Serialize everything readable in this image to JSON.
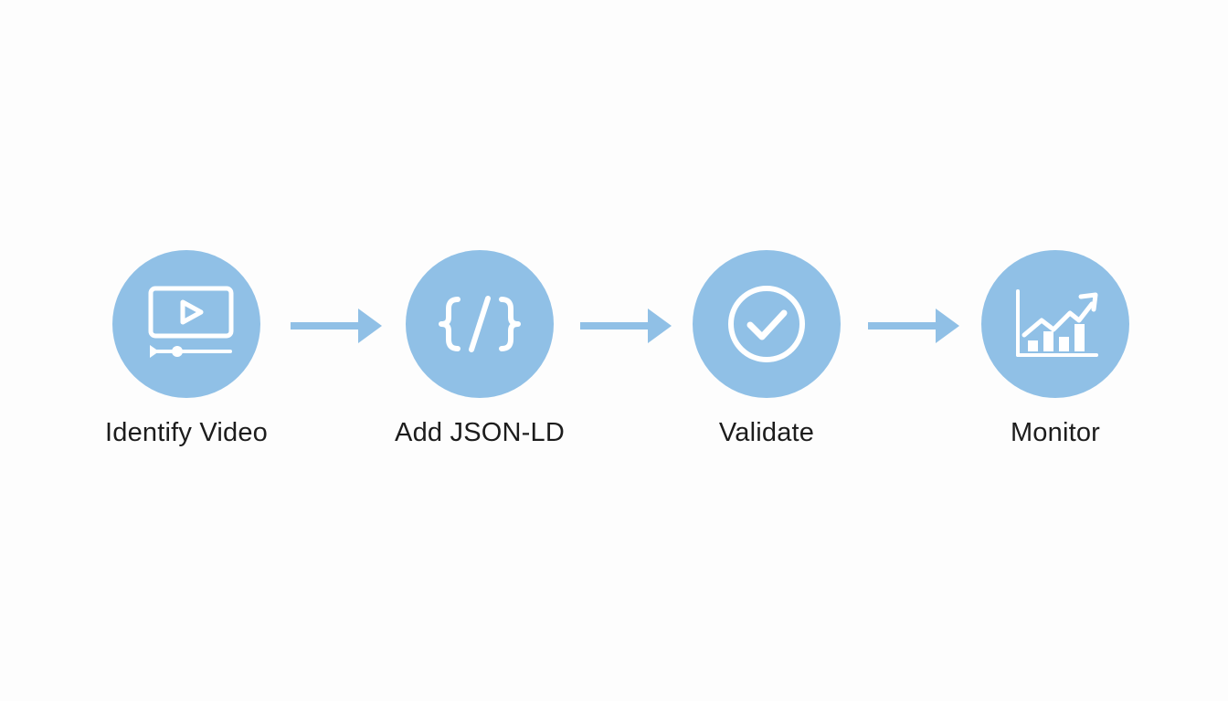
{
  "colors": {
    "background": "#fdfdfd",
    "circle_fill": "#90c0e6",
    "icon_stroke": "#ffffff",
    "arrow": "#90c0e6",
    "label_text": "#1c1c1c"
  },
  "steps": [
    {
      "label": "Identify Video",
      "icon": "video-player-icon"
    },
    {
      "label": "Add JSON-LD",
      "icon": "code-braces-icon"
    },
    {
      "label": "Validate",
      "icon": "check-circle-icon"
    },
    {
      "label": "Monitor",
      "icon": "growth-chart-icon"
    }
  ],
  "arrows": [
    {
      "icon": "arrow-right-icon"
    },
    {
      "icon": "arrow-right-icon"
    },
    {
      "icon": "arrow-right-icon"
    }
  ]
}
